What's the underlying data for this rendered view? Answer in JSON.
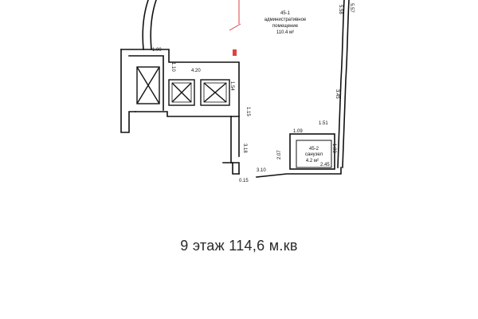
{
  "plan": {
    "room_main": {
      "number": "45-1",
      "name_line1": "административное",
      "name_line2": "помещение",
      "area": "110.4 м²"
    },
    "room_wc": {
      "number": "45-2",
      "name": "санузел",
      "area": "4.2 м²"
    },
    "dimensions": {
      "d_1_00": "1.00",
      "d_1_10": "1.10",
      "d_4_20": "4.20",
      "d_1_54": "1.54",
      "d_1_15": "1.15",
      "d_3_18": "3.18",
      "d_0_15": "0.15",
      "d_3_10": "3.10",
      "d_2_07": "2.07",
      "d_1_09": "1.09",
      "d_1_51": "1.51",
      "d_1_93": "1.93",
      "d_2_45": "2.45",
      "d_3_45": "3.45",
      "d_5_58": "5.58",
      "d_5_57": "5.57"
    }
  },
  "caption": "9 этаж  114,6 м.кв"
}
